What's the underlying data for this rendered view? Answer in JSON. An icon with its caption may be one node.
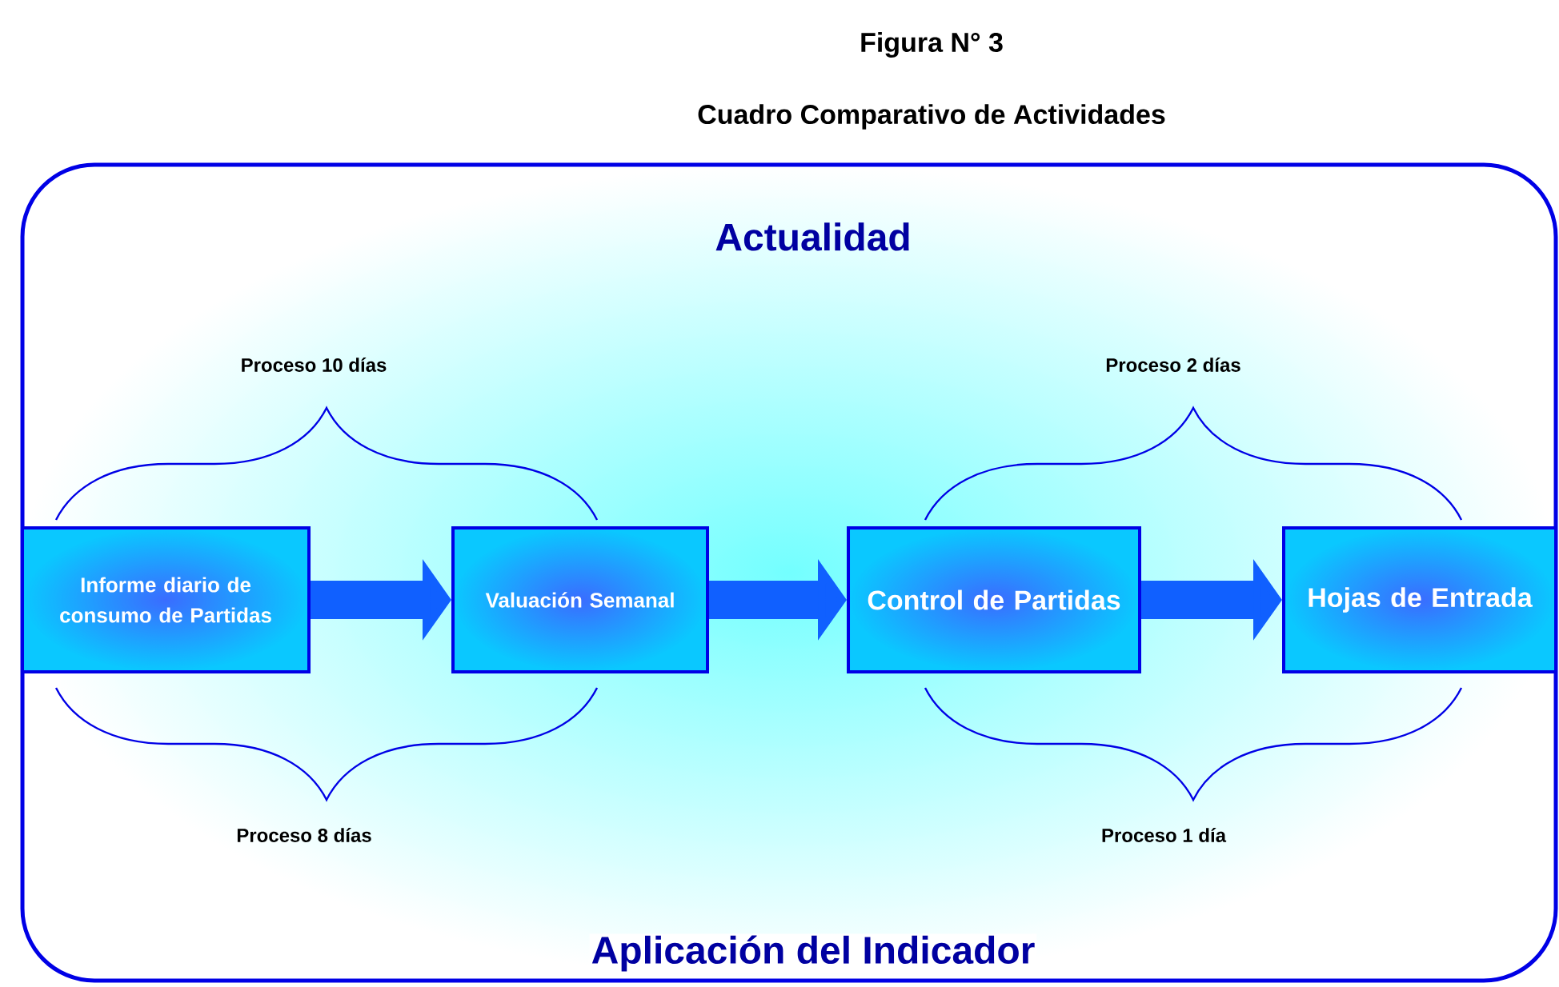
{
  "diagram": {
    "title": "Figura N° 3",
    "nodes": [
      {
        "text": [
          "Actualidad",
          "Aplicación del Indicador"
        ]
      },
      {
        "text": [
          "Informe diario de consumo de Partidas"
        ],
        "in": 0
      },
      {
        "text": [
          "Valuación Semanal"
        ],
        "in": 0
      },
      {
        "text": [
          "Control de Partidas"
        ],
        "in": 0
      },
      {
        "text": [
          "Hojas  de Entrada"
        ],
        "in": 0
      }
    ],
    "edges": [
      {
        "from": 1,
        "to": 2,
        "arrow": "to"
      },
      {
        "from": 2,
        "to": 3,
        "arrow": "to"
      },
      {
        "from": 3,
        "to": 4,
        "arrow": "to"
      }
    ],
    "labels": [
      "Cuadro Comparativo de Actividades",
      "Proceso 10 días",
      "Proceso 2 días",
      "Proceso 8 días",
      "Proceso 1 día"
    ]
  }
}
